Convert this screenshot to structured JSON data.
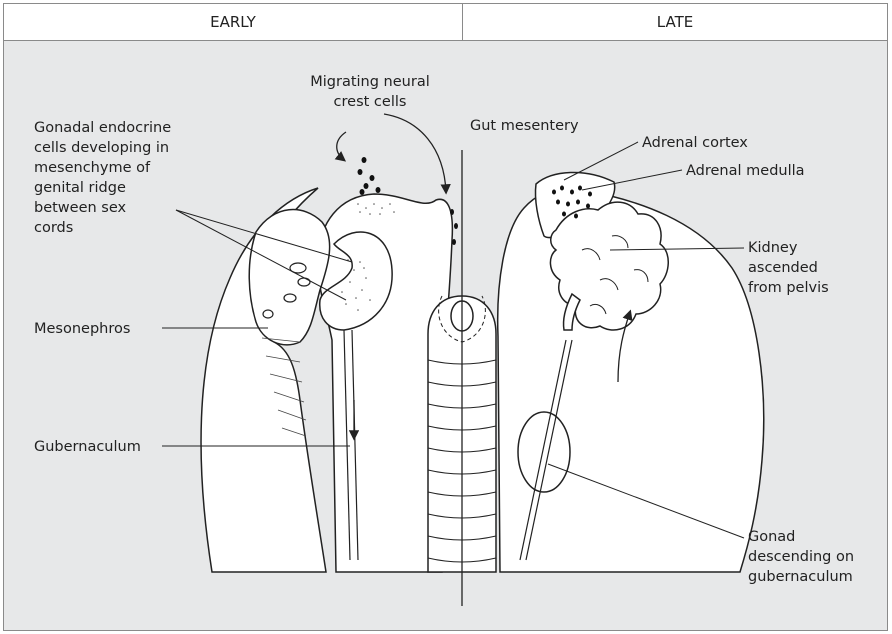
{
  "header": {
    "early": "EARLY",
    "late": "LATE"
  },
  "labels": {
    "neural_crest": [
      "Migrating neural",
      "crest cells"
    ],
    "gut_mesentery": "Gut mesentery",
    "gonadal": [
      "Gonadal endocrine",
      "cells developing in",
      "mesenchyme of",
      "genital ridge",
      "between sex",
      "cords"
    ],
    "mesonephros": "Mesonephros",
    "gubernaculum": "Gubernaculum",
    "adrenal_cortex": "Adrenal cortex",
    "adrenal_medulla": "Adrenal medulla",
    "kidney": [
      "Kidney",
      "ascended",
      "from pelvis"
    ],
    "gonad": [
      "Gonad",
      "descending on",
      "gubernaculum"
    ]
  },
  "colors": {
    "panel": "#e7e8e9",
    "body": "#ffffff",
    "stroke": "#222222",
    "stipple": "#d0d1d2"
  }
}
